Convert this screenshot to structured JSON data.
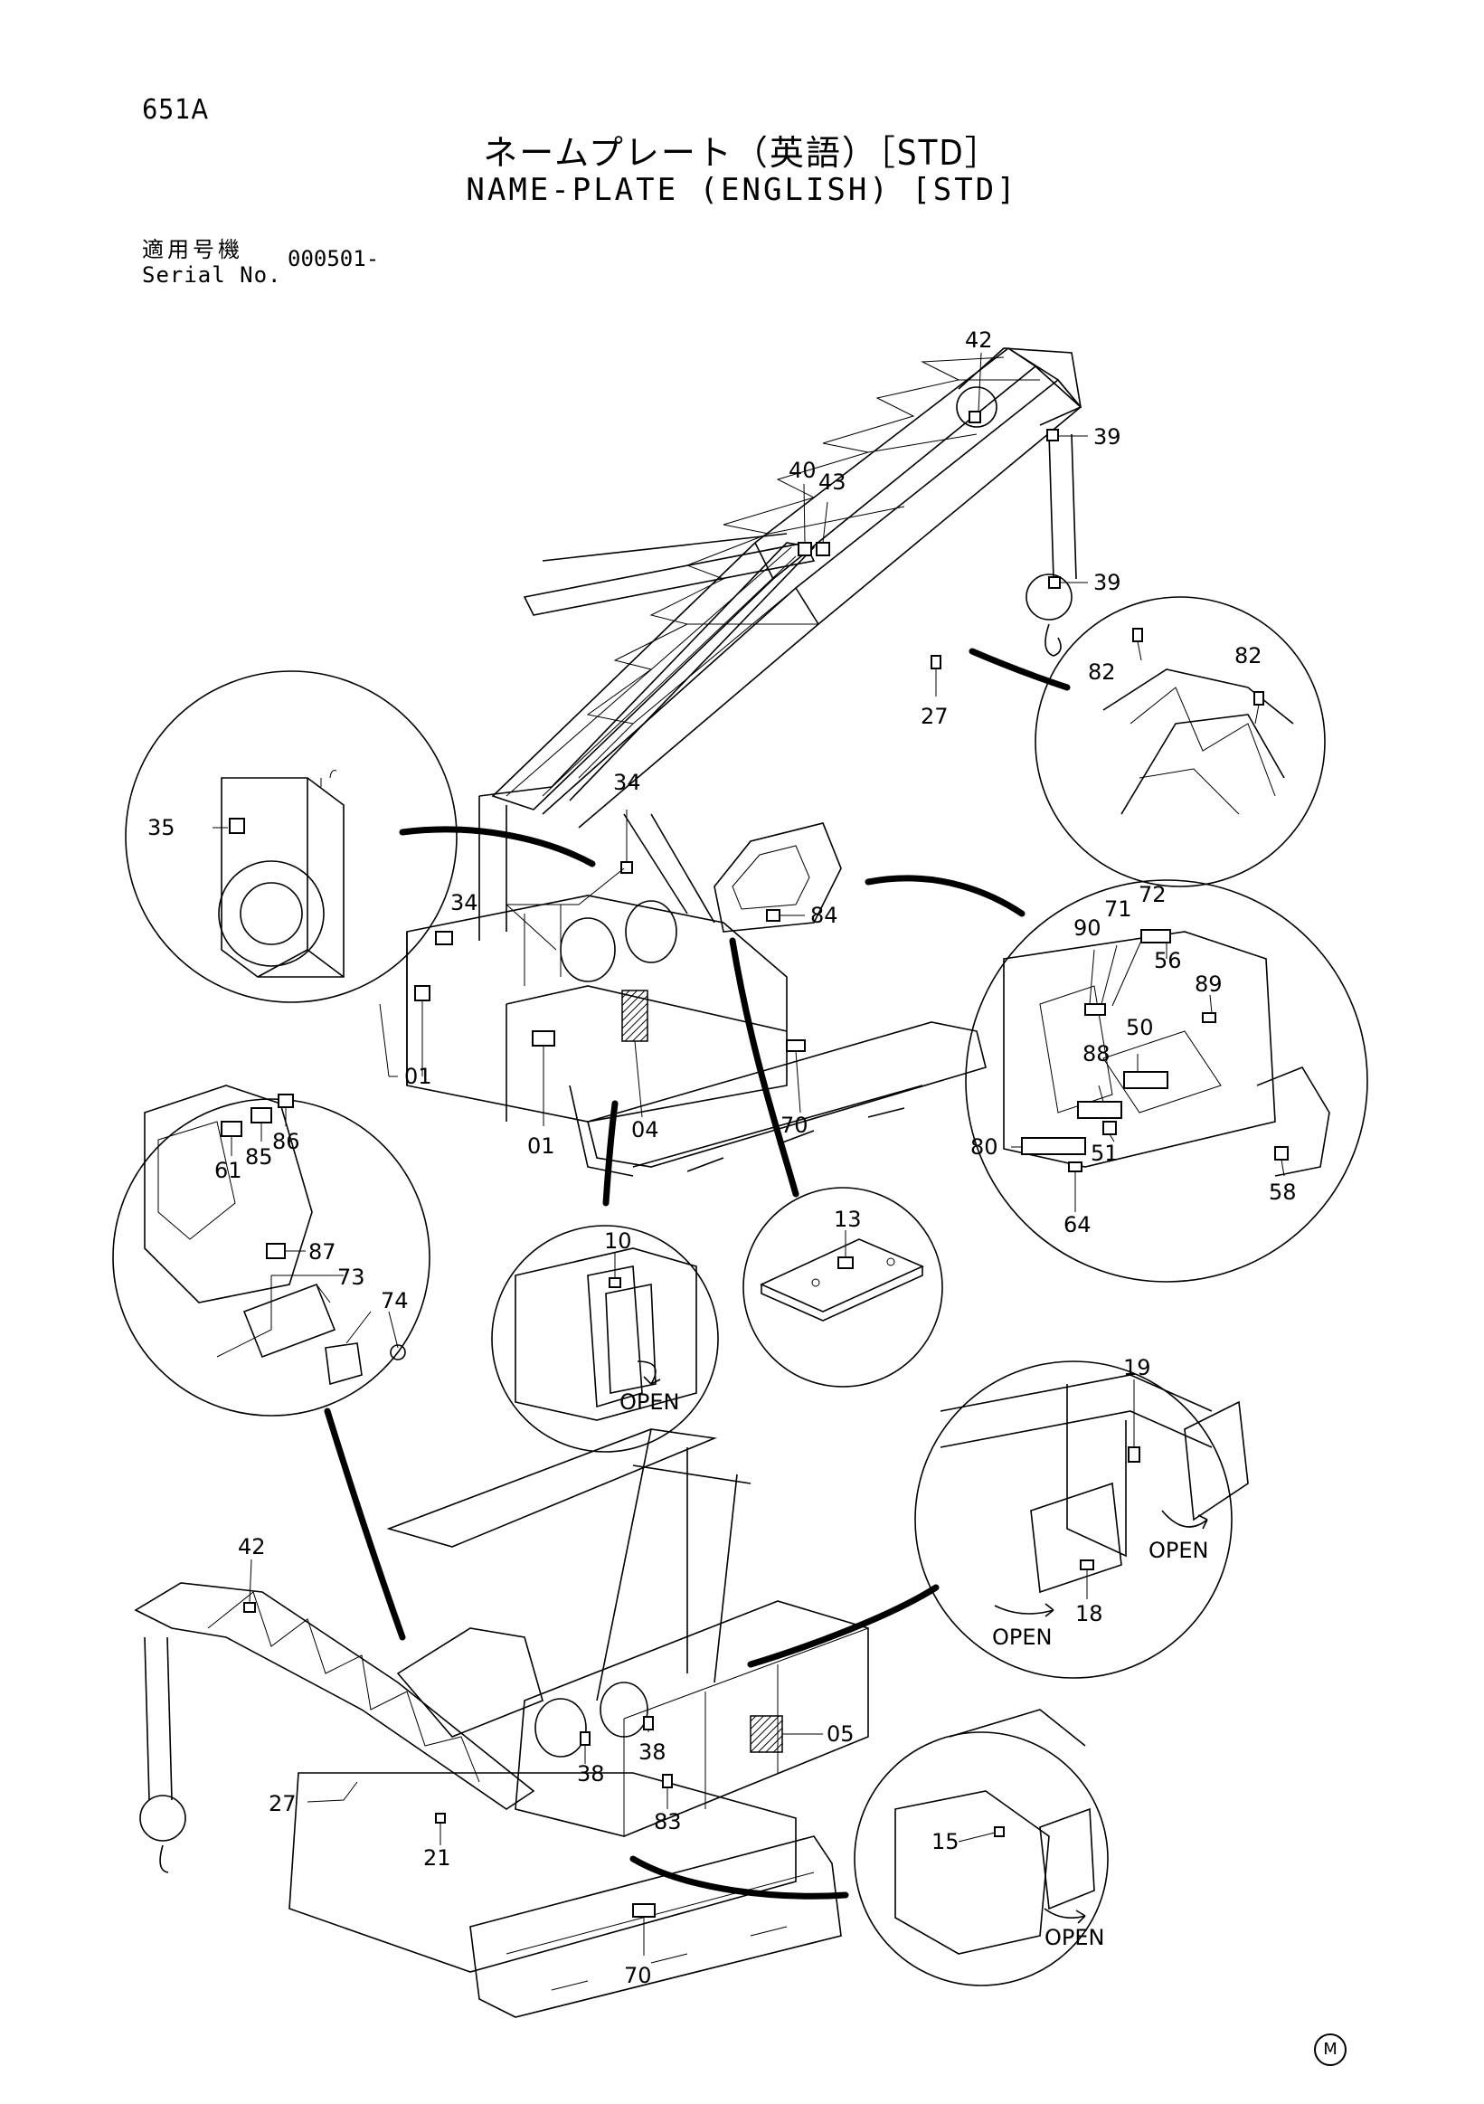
{
  "header": {
    "page_code": "651A",
    "title_jp": "ネームプレート（英語）［STD］",
    "title_en": "NAME-PLATE (ENGLISH) [STD]",
    "serial_label_jp": "適用号機",
    "serial_label_en": "Serial No.",
    "serial_value": "000501-"
  },
  "callouts": {
    "c42a": "42",
    "c39a": "39",
    "c39b": "39",
    "c40": "40",
    "c43": "43",
    "c82a": "82",
    "c82b": "82",
    "c27a": "27",
    "c35": "35",
    "c34a": "34",
    "c34b": "34",
    "c84": "84",
    "c01a": "01",
    "c01b": "01",
    "c04": "04",
    "c70a": "70",
    "c90": "90",
    "c71": "71",
    "c72": "72",
    "c56": "56",
    "c89": "89",
    "c50": "50",
    "c88": "88",
    "c80": "80",
    "c51": "51",
    "c64": "64",
    "c58": "58",
    "c61": "61",
    "c85": "85",
    "c86": "86",
    "c87": "87",
    "c73": "73",
    "c74": "74",
    "c10": "10",
    "c13": "13",
    "c19": "19",
    "c18": "18",
    "c42b": "42",
    "c05": "05",
    "c38a": "38",
    "c38b": "38",
    "c27b": "27",
    "c83": "83",
    "c21": "21",
    "c15": "15",
    "c70b": "70"
  },
  "open_labels": {
    "o1": "OPEN",
    "o2": "OPEN",
    "o3": "OPEN",
    "o4": "OPEN"
  },
  "footer_mark": "M"
}
